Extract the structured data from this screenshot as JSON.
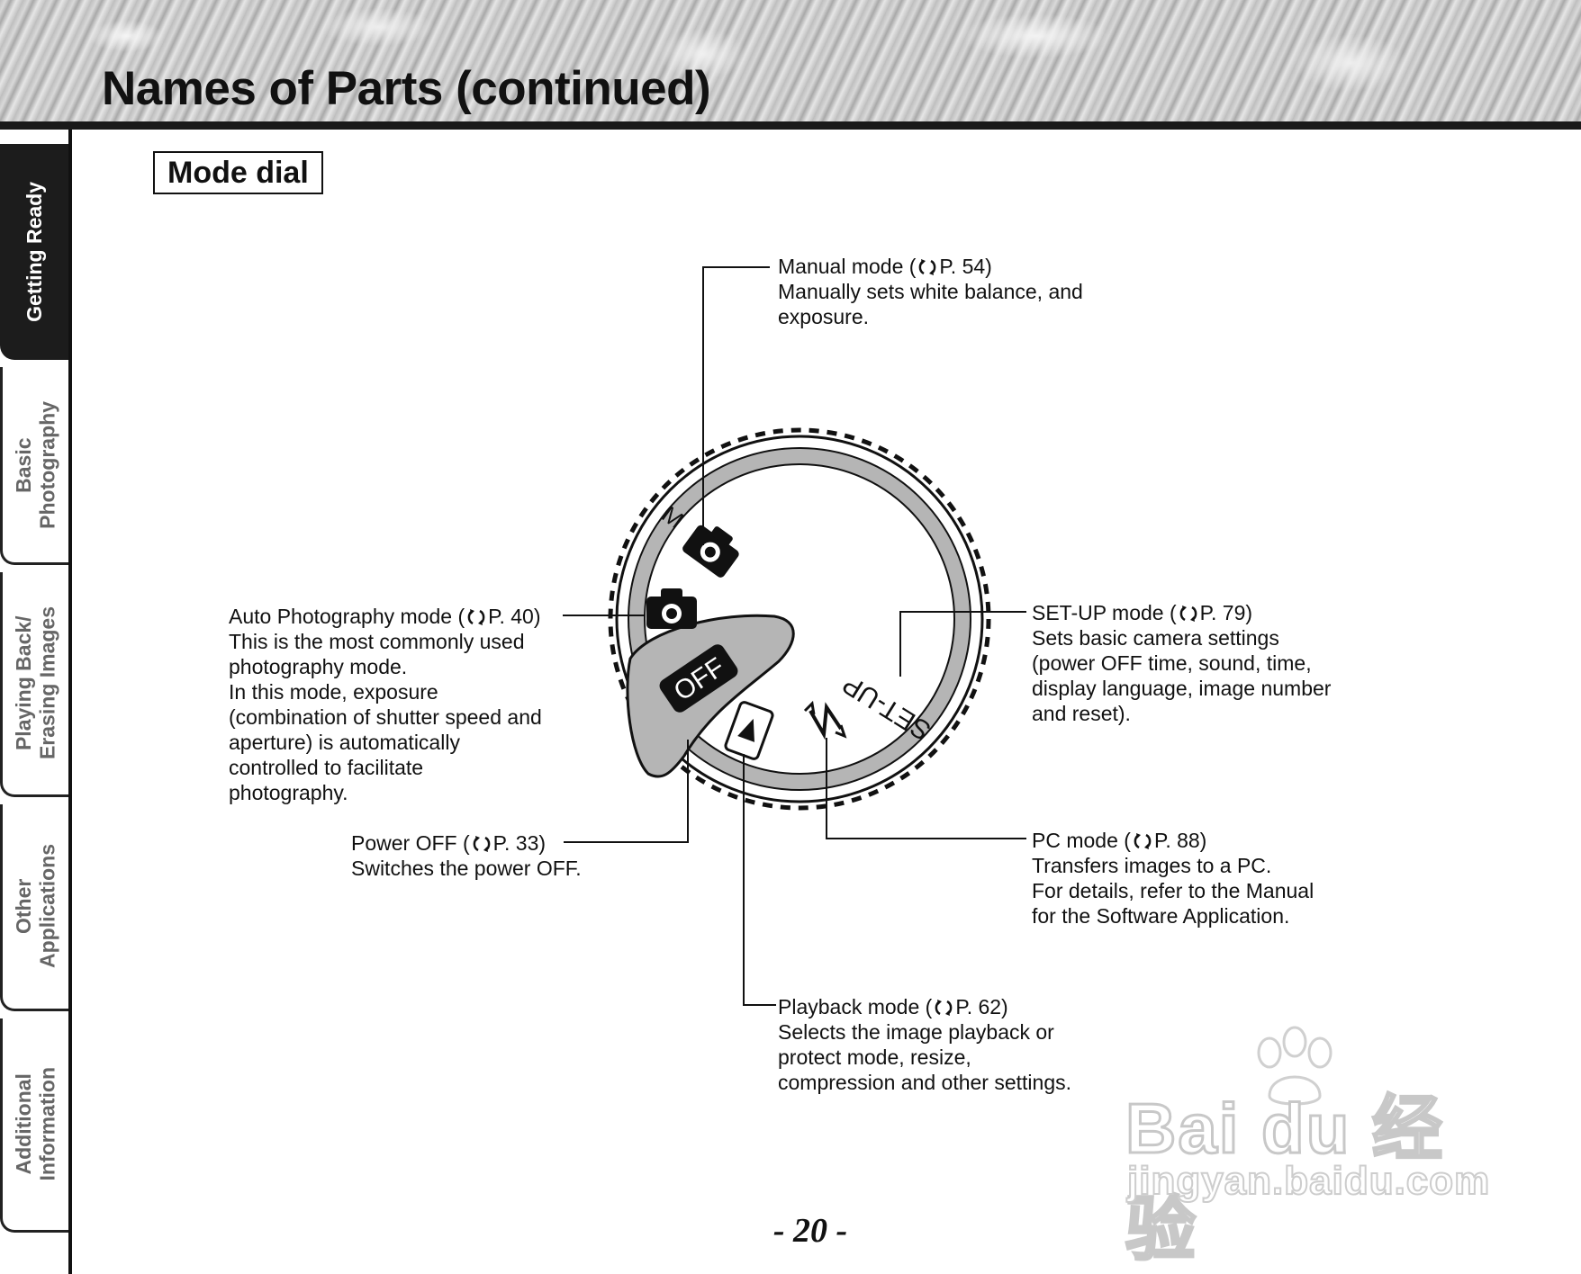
{
  "page": {
    "title": "Names of Parts (continued)",
    "section": "Mode dial",
    "page_number": "- 20 -"
  },
  "tabs": [
    {
      "label": "Getting Ready",
      "active": true
    },
    {
      "label": "Basic\nPhotography",
      "active": false
    },
    {
      "label": "Playing Back/\nErasing Images",
      "active": false
    },
    {
      "label": "Other\nApplications",
      "active": false
    },
    {
      "label": "Additional\nInformation",
      "active": false
    }
  ],
  "dial": {
    "manual_glyph": "M",
    "off_label": "OFF",
    "setup_label": "SET-UP"
  },
  "callouts": {
    "manual": {
      "title_pre": "Manual mode (",
      "title_ref": "P. 54)",
      "lines": [
        "Manually sets white balance, and",
        "exposure."
      ]
    },
    "auto": {
      "title_pre": "Auto Photography mode (",
      "title_ref": "P. 40)",
      "lines": [
        "This is the most commonly used",
        "photography mode.",
        "In this mode, exposure",
        "(combination of shutter speed and",
        "aperture) is automatically",
        "controlled to facilitate",
        "photography."
      ]
    },
    "power_off": {
      "title_pre": "Power OFF (",
      "title_ref": "P. 33)",
      "lines": [
        "Switches the power OFF."
      ]
    },
    "setup": {
      "title_pre": "SET-UP mode (",
      "title_ref": "P. 79)",
      "lines": [
        "Sets basic camera settings",
        "(power OFF time, sound, time,",
        "display language, image number",
        "and reset)."
      ]
    },
    "pc": {
      "title_pre": "PC mode (",
      "title_ref": "P. 88)",
      "lines": [
        "Transfers images to a PC.",
        "For details, refer to the Manual",
        "for the Software Application."
      ]
    },
    "playback": {
      "title_pre": "Playback mode (",
      "title_ref": "P. 62)",
      "lines": [
        "Selects the image playback or",
        "protect mode, resize,",
        "compression and other settings."
      ]
    }
  },
  "watermark": {
    "main": "Bai du 经验",
    "sub": "jingyan.baidu.com"
  },
  "colors": {
    "dial_ring": "#b5b5b5",
    "tab_active": "#1c1c1c",
    "ink": "#111111"
  },
  "icons": [
    "camera-icon",
    "playback-triangle-icon",
    "pc-lightning-icon",
    "page-reference-icon"
  ]
}
